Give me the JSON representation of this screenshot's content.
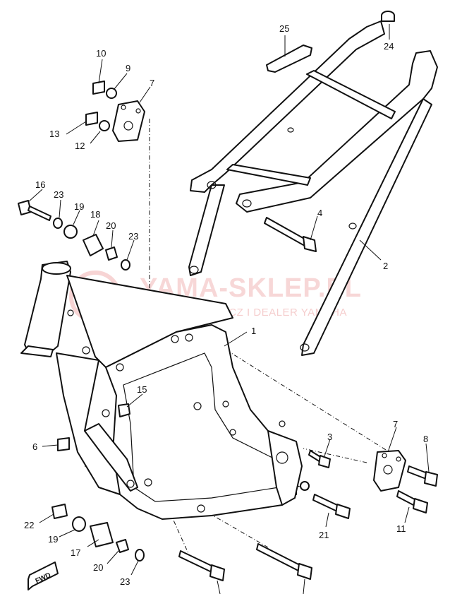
{
  "watermark": {
    "title": "YAMA-SKLEP.PL",
    "subtitle": "WIECZOREK WICZ I DEALER YAMAHA"
  },
  "fwd_label": "FWD",
  "callouts": [
    {
      "id": "c1",
      "label": "1"
    },
    {
      "id": "c2",
      "label": "2"
    },
    {
      "id": "c3",
      "label": "3"
    },
    {
      "id": "c4",
      "label": "4"
    },
    {
      "id": "c6",
      "label": "6"
    },
    {
      "id": "c7a",
      "label": "7"
    },
    {
      "id": "c7b",
      "label": "7"
    },
    {
      "id": "c8",
      "label": "8"
    },
    {
      "id": "c9",
      "label": "9"
    },
    {
      "id": "c10",
      "label": "10"
    },
    {
      "id": "c11",
      "label": "11"
    },
    {
      "id": "c12",
      "label": "12"
    },
    {
      "id": "c13",
      "label": "13"
    },
    {
      "id": "c15",
      "label": "15"
    },
    {
      "id": "c16",
      "label": "16"
    },
    {
      "id": "c17",
      "label": "17"
    },
    {
      "id": "c18",
      "label": "18"
    },
    {
      "id": "c19a",
      "label": "19"
    },
    {
      "id": "c19b",
      "label": "19"
    },
    {
      "id": "c20a",
      "label": "20"
    },
    {
      "id": "c20b",
      "label": "20"
    },
    {
      "id": "c21",
      "label": "21"
    },
    {
      "id": "c22",
      "label": "22"
    },
    {
      "id": "c23a",
      "label": "23"
    },
    {
      "id": "c23b",
      "label": "23"
    },
    {
      "id": "c23c",
      "label": "23"
    },
    {
      "id": "c24",
      "label": "24"
    },
    {
      "id": "c25",
      "label": "25"
    }
  ]
}
